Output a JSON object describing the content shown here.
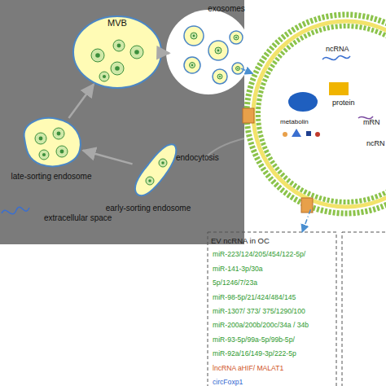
{
  "diagram": {
    "nodes": [
      {
        "text": [
          "MVB"
        ]
      },
      {
        "text": [
          "late-sorting endosome"
        ]
      },
      {
        "text": [
          "early-sorting endosome"
        ]
      },
      {
        "text": [
          "exosomes"
        ]
      },
      {
        "text": [
          "ncRNA",
          "protein",
          "mRN",
          "metabolin",
          "ncRN"
        ]
      },
      {
        "text": [
          "EV ncRNA in OC",
          "miR-223/124/205/454/122-5p/",
          "miR-141-3p/30a",
          "5p/1246/7/23a",
          "miR-98-5p/21/424/484/145",
          "miR-1307/ 373/ 375/1290/100",
          "miR-200a/200b/200c/34a / 34b",
          "miR-93-5p/99a-5p/99b-5p/",
          "miR-92a/16/149-3p/222-5p",
          "lncRNA aHIF/ MALAT1",
          "circFoxp1"
        ]
      }
    ],
    "edges": [
      {
        "from": 2,
        "to": 1,
        "arrow": "to"
      },
      {
        "from": 1,
        "to": 0,
        "arrow": "to"
      },
      {
        "from": 0,
        "to": 3,
        "arrow": "to"
      },
      {
        "from": 3,
        "to": 4,
        "arrow": "to"
      },
      {
        "from": 4,
        "to": 5,
        "arrow": "to"
      }
    ],
    "labels": [
      "endocytosis",
      "extracellular space"
    ]
  }
}
